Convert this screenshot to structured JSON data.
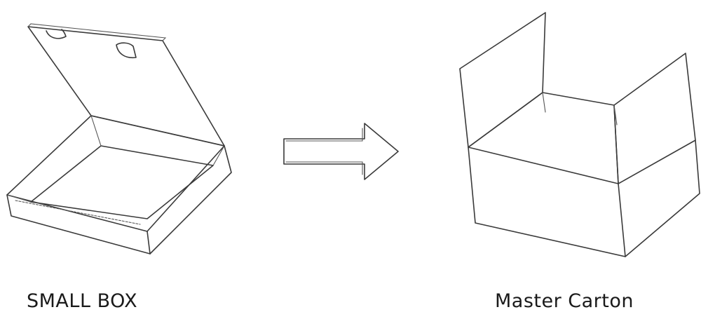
{
  "diagram": {
    "nodes": [
      {
        "id": "small-box",
        "label": "SMALL BOX"
      },
      {
        "id": "master-carton",
        "label": "Master Carton"
      }
    ],
    "edges": [
      {
        "from": "small-box",
        "to": "master-carton",
        "style": "hollow-arrow"
      }
    ]
  },
  "colors": {
    "stroke": "#3a3a3a",
    "background": "#ffffff"
  }
}
